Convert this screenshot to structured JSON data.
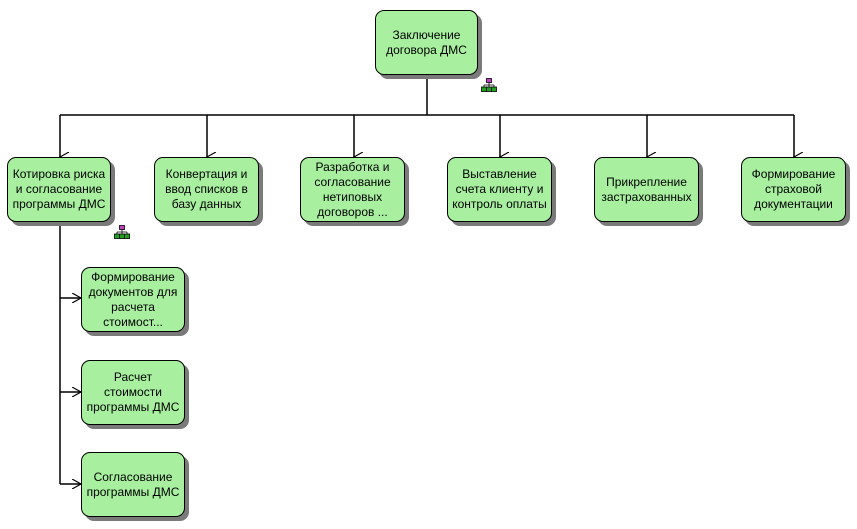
{
  "colors": {
    "node_fill": "#a8f0a0",
    "node_border": "#000000",
    "shadow": "#7a7a7a",
    "connector": "#000000",
    "icon_top": "#c040c0",
    "icon_bottom": "#20a020"
  },
  "icons": {
    "root_subprocess": "hierarchy-icon",
    "quote_subprocess": "hierarchy-icon"
  },
  "diagram": {
    "root": {
      "label": "Заключение\nдоговора ДМС"
    },
    "children": [
      {
        "label": "Котировка риска\nи согласование\nпрограммы ДМС"
      },
      {
        "label": "Конвертация и\nввод списков в\nбазу данных"
      },
      {
        "label": "Разработка и\nсогласование\nнетиповых\nдоговоров ..."
      },
      {
        "label": "Выставление\nсчета клиенту и\nконтроль оплаты"
      },
      {
        "label": "Прикрепление\nзастрахованных"
      },
      {
        "label": "Формирование\nстраховой\nдокументации"
      }
    ],
    "subchildren": [
      {
        "label": "Формирование\nдокументов для\nрасчета\nстоимост..."
      },
      {
        "label": "Расчет\nстоимости\nпрограммы ДМС"
      },
      {
        "label": "Согласование\nпрограммы ДМС"
      }
    ]
  }
}
